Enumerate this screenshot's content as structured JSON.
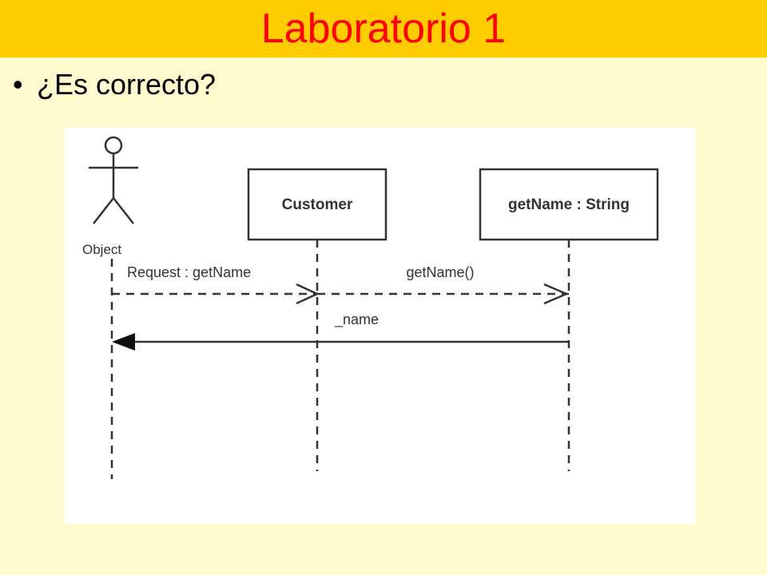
{
  "slide": {
    "title": "Laboratorio 1",
    "bullet": "•",
    "question": "¿Es correcto?"
  },
  "diagram": {
    "actor_label": "Object",
    "lifelines": [
      {
        "label": "Customer"
      },
      {
        "label": "getName : String"
      }
    ],
    "messages": [
      {
        "label": "Request : getName"
      },
      {
        "label": "getName()"
      },
      {
        "label": "_name"
      }
    ]
  },
  "colors": {
    "title_bar": "#FFCC00",
    "title_text": "#FF0000",
    "background": "#FFFACD",
    "diagram_background": "#FFFFFF"
  }
}
